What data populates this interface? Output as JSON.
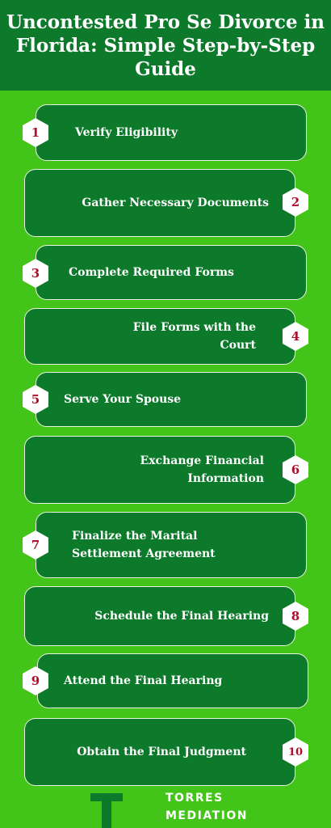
{
  "title": "Uncontested Pro Se Divorce in Florida: Simple Step-by-Step Guide",
  "steps": [
    {
      "number": "1",
      "label": "Verify Eligibility"
    },
    {
      "number": "2",
      "label": "Gather Necessary Documents"
    },
    {
      "number": "3",
      "label": "Complete Required Forms"
    },
    {
      "number": "4",
      "label": "File Forms with the Court"
    },
    {
      "number": "5",
      "label": "Serve Your Spouse"
    },
    {
      "number": "6",
      "label": "Exchange Financial Information"
    },
    {
      "number": "7",
      "label": "Finalize the Marital Settlement Agreement"
    },
    {
      "number": "8",
      "label": "Schedule the Final Hearing"
    },
    {
      "number": "9",
      "label": "Attend the Final Hearing"
    },
    {
      "number": "10",
      "label": "Obtain the Final Judgment"
    }
  ],
  "brand": {
    "line1": "TORRES",
    "line2": "MEDIATION"
  },
  "colors": {
    "background": "#43c419",
    "card": "#0c7a2a",
    "number": "#b00f2a"
  }
}
